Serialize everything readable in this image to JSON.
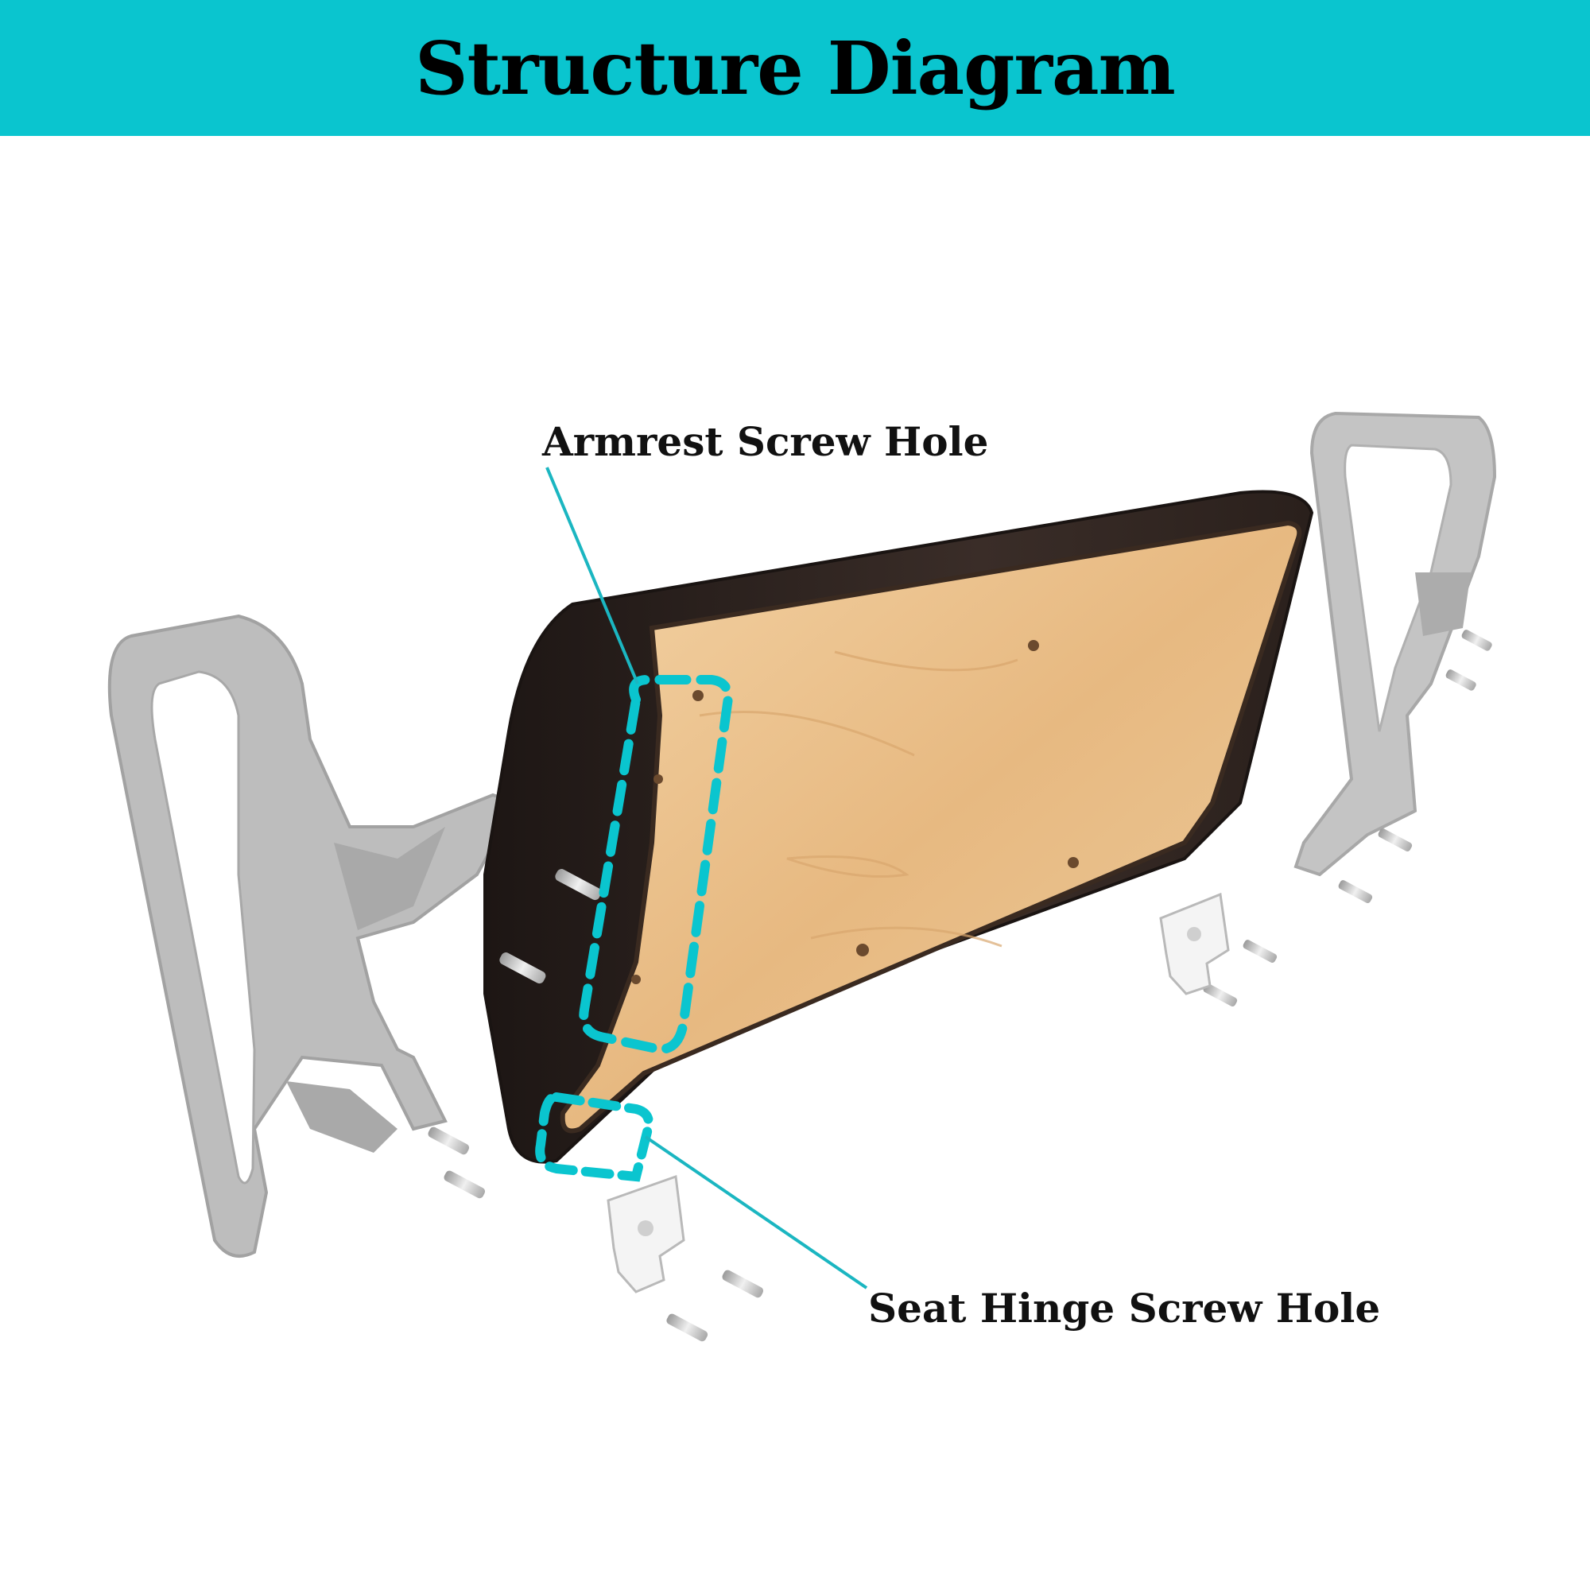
{
  "title": "Structure Diagram",
  "colors": {
    "banner": "#0ac5cf",
    "callout_line": "#1bb6c1",
    "cushion": "#2c221e",
    "wood": "#e9be8a",
    "bracket": "#b8b8b8"
  },
  "callouts": {
    "armrest_screw_hole": "Armrest Screw Hole",
    "seat_hinge_screw_hole": "Seat Hinge Screw Hole"
  }
}
